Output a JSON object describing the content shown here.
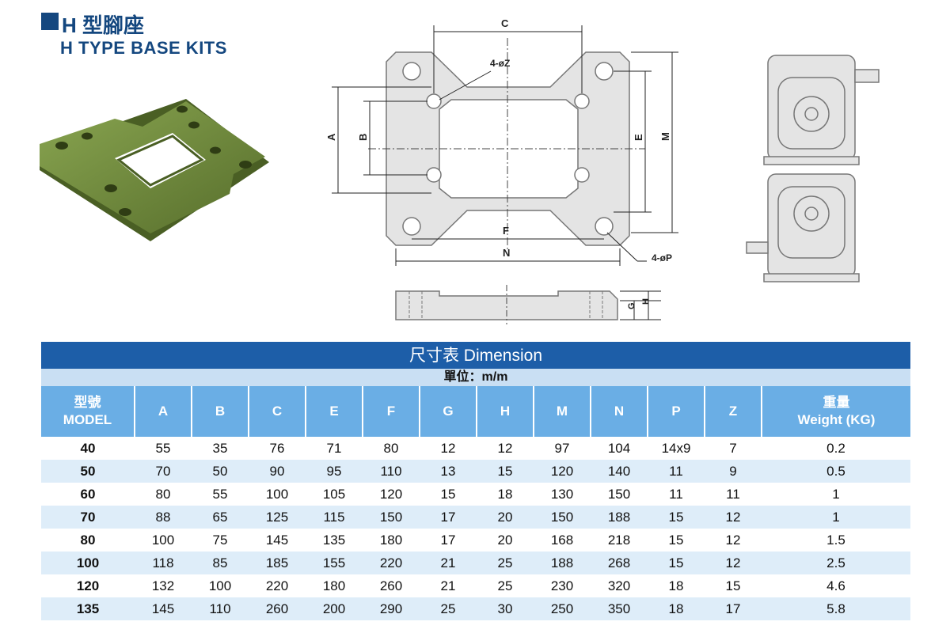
{
  "header": {
    "title_zh": "H 型腳座",
    "title_en": "H TYPE BASE KITS"
  },
  "drawing": {
    "labels": {
      "c": "C",
      "z": "4-øZ",
      "a": "A",
      "b": "B",
      "e": "E",
      "m": "M",
      "f": "F",
      "n": "N",
      "p": "4-øP",
      "g": "G",
      "h": "H"
    }
  },
  "table": {
    "title": "尺寸表 Dimension",
    "unit": "單位：m/m",
    "headers": [
      {
        "zh": "型號",
        "en": "MODEL"
      },
      {
        "zh": "",
        "en": "A"
      },
      {
        "zh": "",
        "en": "B"
      },
      {
        "zh": "",
        "en": "C"
      },
      {
        "zh": "",
        "en": "E"
      },
      {
        "zh": "",
        "en": "F"
      },
      {
        "zh": "",
        "en": "G"
      },
      {
        "zh": "",
        "en": "H"
      },
      {
        "zh": "",
        "en": "M"
      },
      {
        "zh": "",
        "en": "N"
      },
      {
        "zh": "",
        "en": "P"
      },
      {
        "zh": "",
        "en": "Z"
      },
      {
        "zh": "重量",
        "en": "Weight (KG)"
      }
    ],
    "rows": [
      [
        "40",
        "55",
        "35",
        "76",
        "71",
        "80",
        "12",
        "12",
        "97",
        "104",
        "14x9",
        "7",
        "0.2"
      ],
      [
        "50",
        "70",
        "50",
        "90",
        "95",
        "110",
        "13",
        "15",
        "120",
        "140",
        "11",
        "9",
        "0.5"
      ],
      [
        "60",
        "80",
        "55",
        "100",
        "105",
        "120",
        "15",
        "18",
        "130",
        "150",
        "11",
        "11",
        "1"
      ],
      [
        "70",
        "88",
        "65",
        "125",
        "115",
        "150",
        "17",
        "20",
        "150",
        "188",
        "15",
        "12",
        "1"
      ],
      [
        "80",
        "100",
        "75",
        "145",
        "135",
        "180",
        "17",
        "20",
        "168",
        "218",
        "15",
        "12",
        "1.5"
      ],
      [
        "100",
        "118",
        "85",
        "185",
        "155",
        "220",
        "21",
        "25",
        "188",
        "268",
        "15",
        "12",
        "2.5"
      ],
      [
        "120",
        "132",
        "100",
        "220",
        "180",
        "260",
        "21",
        "25",
        "230",
        "320",
        "18",
        "15",
        "4.6"
      ],
      [
        "135",
        "145",
        "110",
        "260",
        "200",
        "290",
        "25",
        "30",
        "250",
        "350",
        "18",
        "17",
        "5.8"
      ]
    ]
  },
  "colors": {
    "brand": "#14477f",
    "title_bar": "#1d5ea8",
    "unit_bar": "#c9dff3",
    "header_row": "#6aaee5",
    "alt_row": "#deedf9",
    "part_green": "#6f8a3c"
  }
}
